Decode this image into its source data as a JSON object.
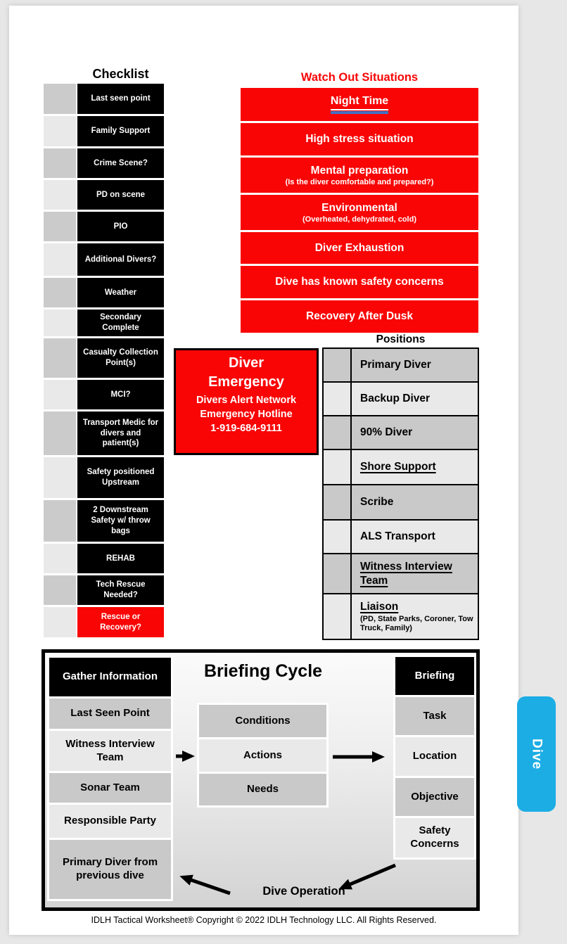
{
  "checklist": {
    "title": "Checklist",
    "items": [
      {
        "label": "Last seen point"
      },
      {
        "label": "Family Support"
      },
      {
        "label": "Crime Scene?"
      },
      {
        "label": "PD on scene"
      },
      {
        "label": "PIO"
      },
      {
        "label": "Additional Divers?"
      },
      {
        "label": "Weather"
      },
      {
        "label": "Secondary Complete"
      },
      {
        "label": "Casualty Collection Point(s)"
      },
      {
        "label": "MCI?"
      },
      {
        "label": "Transport Medic for divers and patient(s)"
      },
      {
        "label": "Safety positioned Upstream"
      },
      {
        "label": "2 Downstream Safety w/ throw bags"
      },
      {
        "label": "REHAB"
      },
      {
        "label": "Tech Rescue Needed?"
      },
      {
        "label": "Rescue or Recovery?"
      }
    ]
  },
  "watch_out": {
    "title": "Watch Out Situations",
    "items": [
      {
        "label": "Night Time"
      },
      {
        "label": "High stress situation"
      },
      {
        "label": "Mental preparation",
        "sub": "(Is the diver comfortable and prepared?)"
      },
      {
        "label": "Environmental",
        "sub": "(Overheated, dehydrated, cold)"
      },
      {
        "label": "Diver Exhaustion"
      },
      {
        "label": "Dive has known safety concerns"
      },
      {
        "label": "Recovery After Dusk"
      }
    ]
  },
  "diver_emergency": {
    "title": "Diver Emergency",
    "line1": "Divers Alert Network",
    "line2": "Emergency Hotline",
    "line3": "1-919-684-9111"
  },
  "positions": {
    "title": "Positions",
    "items": [
      {
        "label": "Primary Diver"
      },
      {
        "label": "Backup Diver"
      },
      {
        "label": "90% Diver"
      },
      {
        "label": "Shore Support"
      },
      {
        "label": "Scribe"
      },
      {
        "label": "ALS Transport"
      },
      {
        "label": "Witness Interview Team"
      },
      {
        "label": "Liaison",
        "sub": "(PD, State Parks, Coroner, Tow Truck, Family)"
      }
    ]
  },
  "briefing_cycle": {
    "title": "Briefing Cycle",
    "gather": {
      "header": "Gather Information",
      "items": [
        "Last Seen Point",
        "Witness Interview Team",
        "Sonar Team",
        "Responsible Party",
        "Primary Diver from previous dive"
      ]
    },
    "middle": {
      "items": [
        "Conditions",
        "Actions",
        "Needs"
      ]
    },
    "briefing": {
      "header": "Briefing",
      "items": [
        "Task",
        "Location",
        "Objective",
        "Safety Concerns"
      ]
    },
    "bottom_label": "Dive Operation"
  },
  "side_tab": {
    "label": "Dive"
  },
  "footer": {
    "copyright": "IDLH Tactical Worksheet®  Copyright © 2022 IDLH Technology LLC. All Rights Reserved."
  },
  "colors": {
    "accent_red": "#f90505",
    "tab_blue": "#1cade4",
    "link_underline_blue": "#4472c4"
  }
}
